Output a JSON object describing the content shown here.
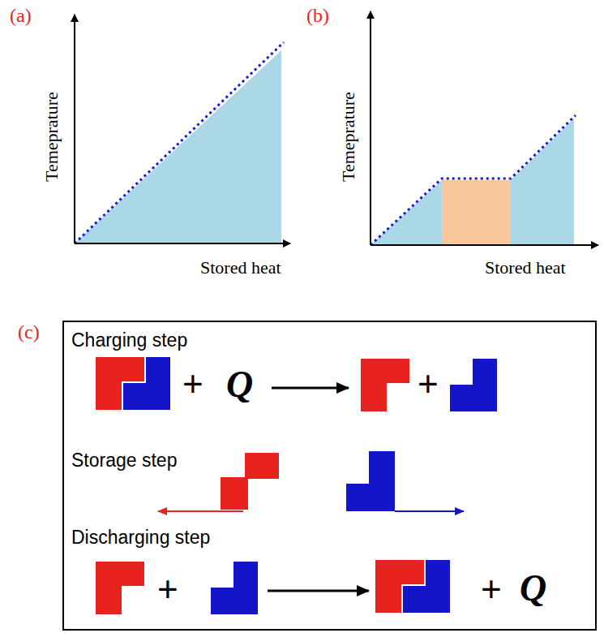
{
  "diagram": {
    "nodes": [
      {
        "text": [
          "Charging step",
          "+",
          "Q",
          "Storage step",
          "Discharging step",
          "+",
          "+",
          "Q",
          "+"
        ]
      }
    ],
    "labels": [
      "(a)",
      "Temeprature",
      "Stored heat",
      "(b)",
      "Temeprature",
      "Stored heat",
      "(c)"
    ]
  }
}
